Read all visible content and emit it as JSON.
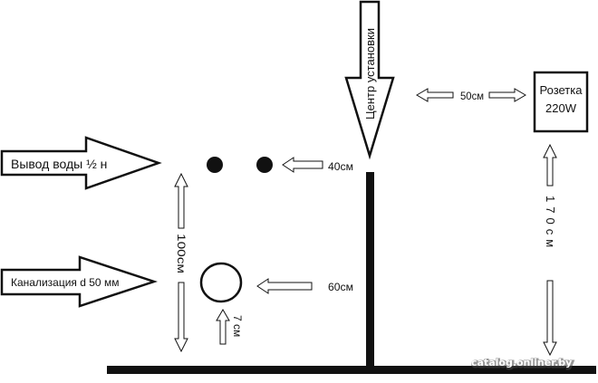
{
  "labels": {
    "water_outlet": "Вывод воды ½ н",
    "sewer": "Канализация  d 50 мм",
    "install_center": "Центр установки",
    "socket_line1": "Розетка",
    "socket_line2": "220W"
  },
  "dimensions": {
    "d_40": "40см",
    "d_50": "50см",
    "d_60": "60см",
    "d_100": "100см",
    "d_170": "170см",
    "d_7": "7 см"
  },
  "watermark": "catalog.onliner.by",
  "colors": {
    "ink": "#111111",
    "paper": "#ffffff"
  }
}
